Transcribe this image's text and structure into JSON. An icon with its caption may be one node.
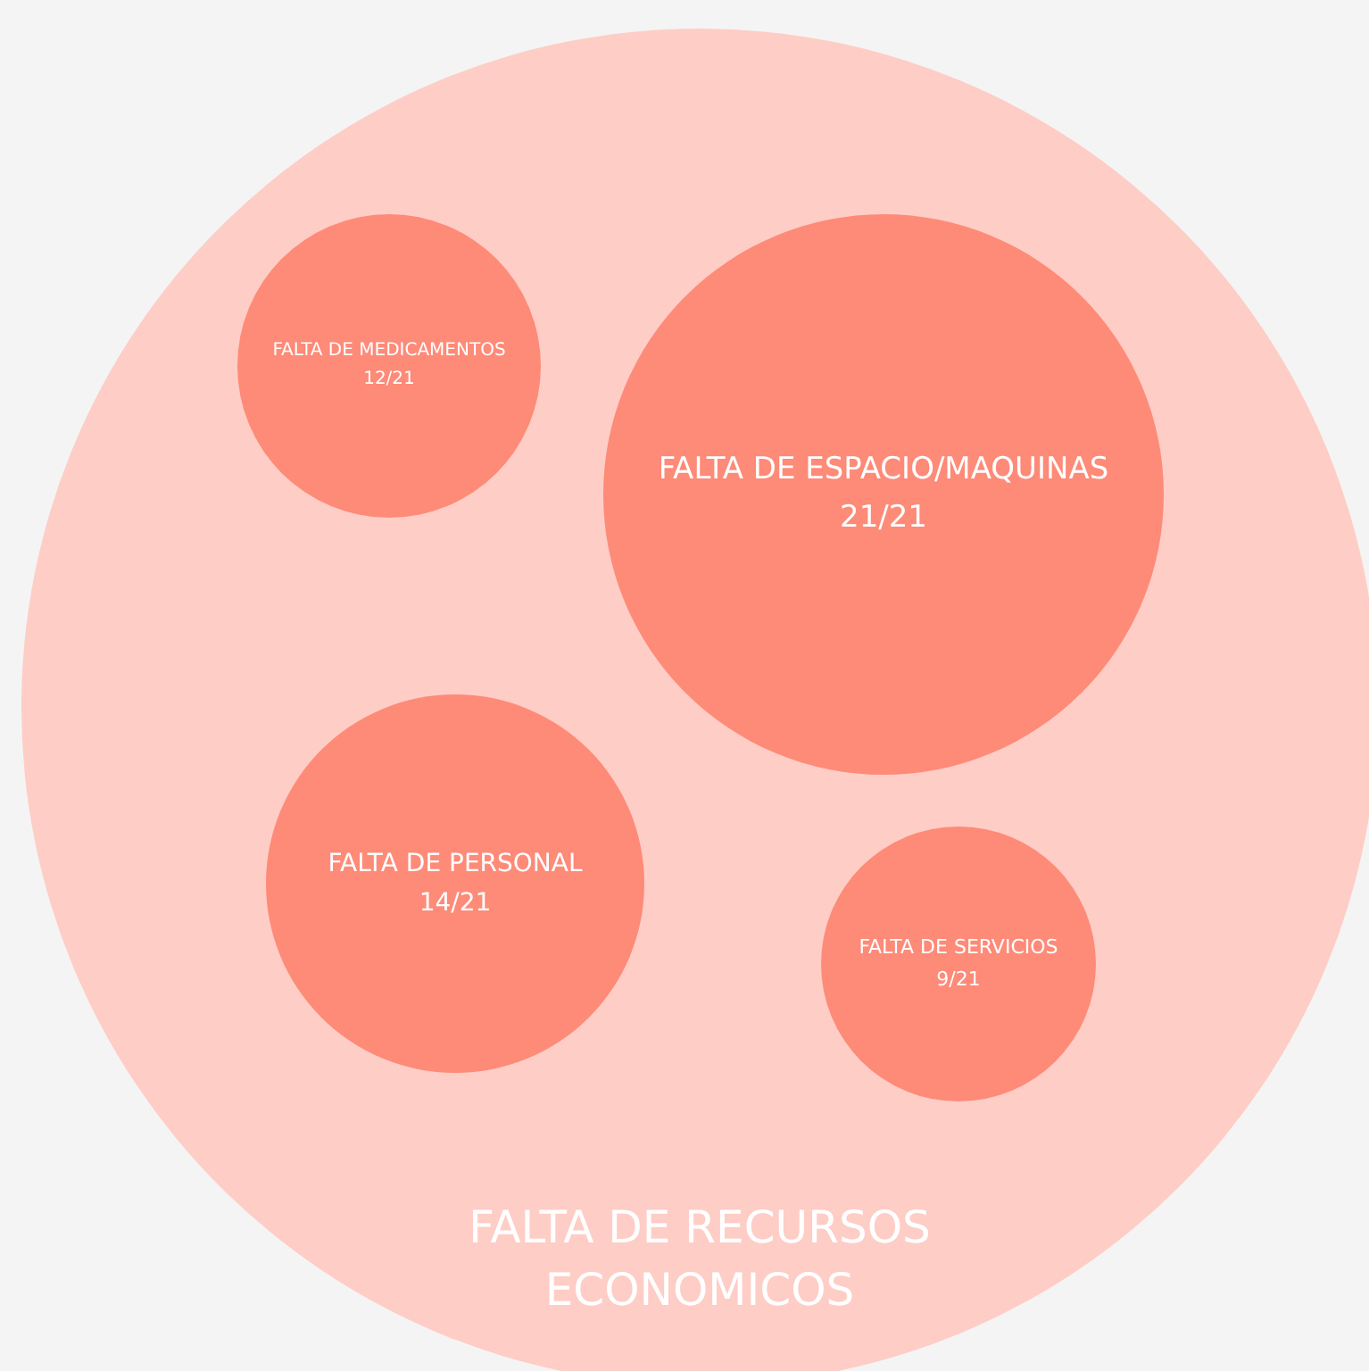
{
  "diagram": {
    "nodes": [
      {
        "text": [
          "FALTA DE RECURSOS ECONOMICOS"
        ]
      },
      {
        "text": [
          "FALTA DE MEDICAMENTOS",
          "12/21"
        ],
        "in": 0
      },
      {
        "text": [
          "FALTA DE ESPACIO/MAQUINAS",
          "21/21"
        ],
        "in": 0
      },
      {
        "text": [
          "FALTA DE PERSONAL",
          "14/21"
        ],
        "in": 0
      },
      {
        "text": [
          "FALTA DE SERVICIOS",
          "9/21"
        ],
        "in": 0
      }
    ]
  }
}
